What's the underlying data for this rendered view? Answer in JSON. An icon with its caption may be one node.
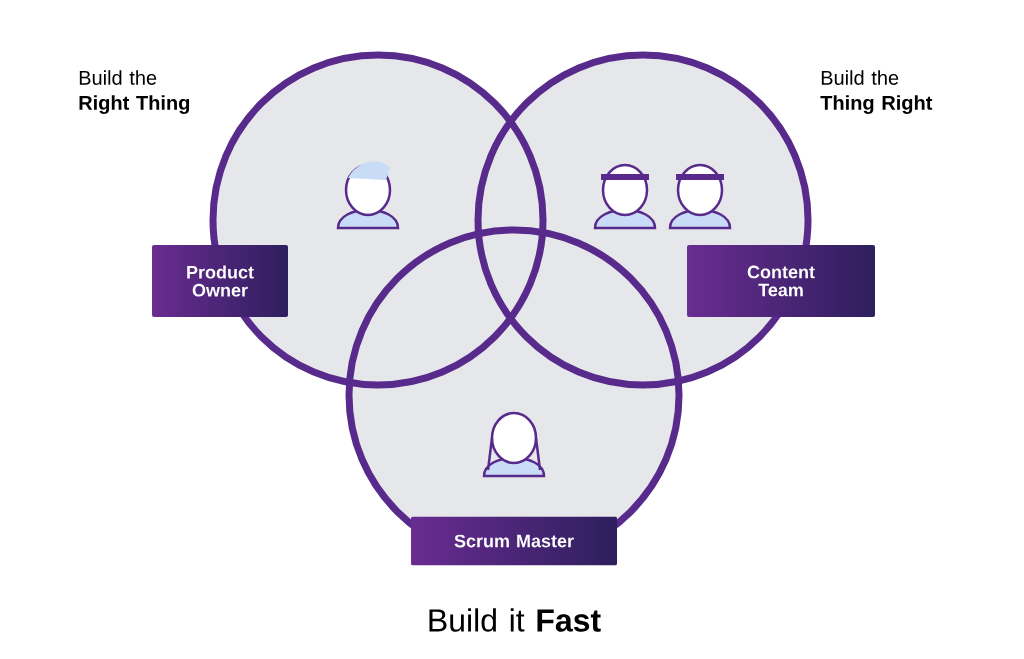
{
  "diagram": {
    "nodes": [
      {
        "text": [
          "Product Owner"
        ]
      },
      {
        "text": [
          "Content Team"
        ]
      },
      {
        "text": [
          "Scrum Master"
        ]
      }
    ],
    "labels": [
      "Build the **Right Thing**",
      "Build the **Thing Right**",
      "Build it **Fast**"
    ]
  }
}
